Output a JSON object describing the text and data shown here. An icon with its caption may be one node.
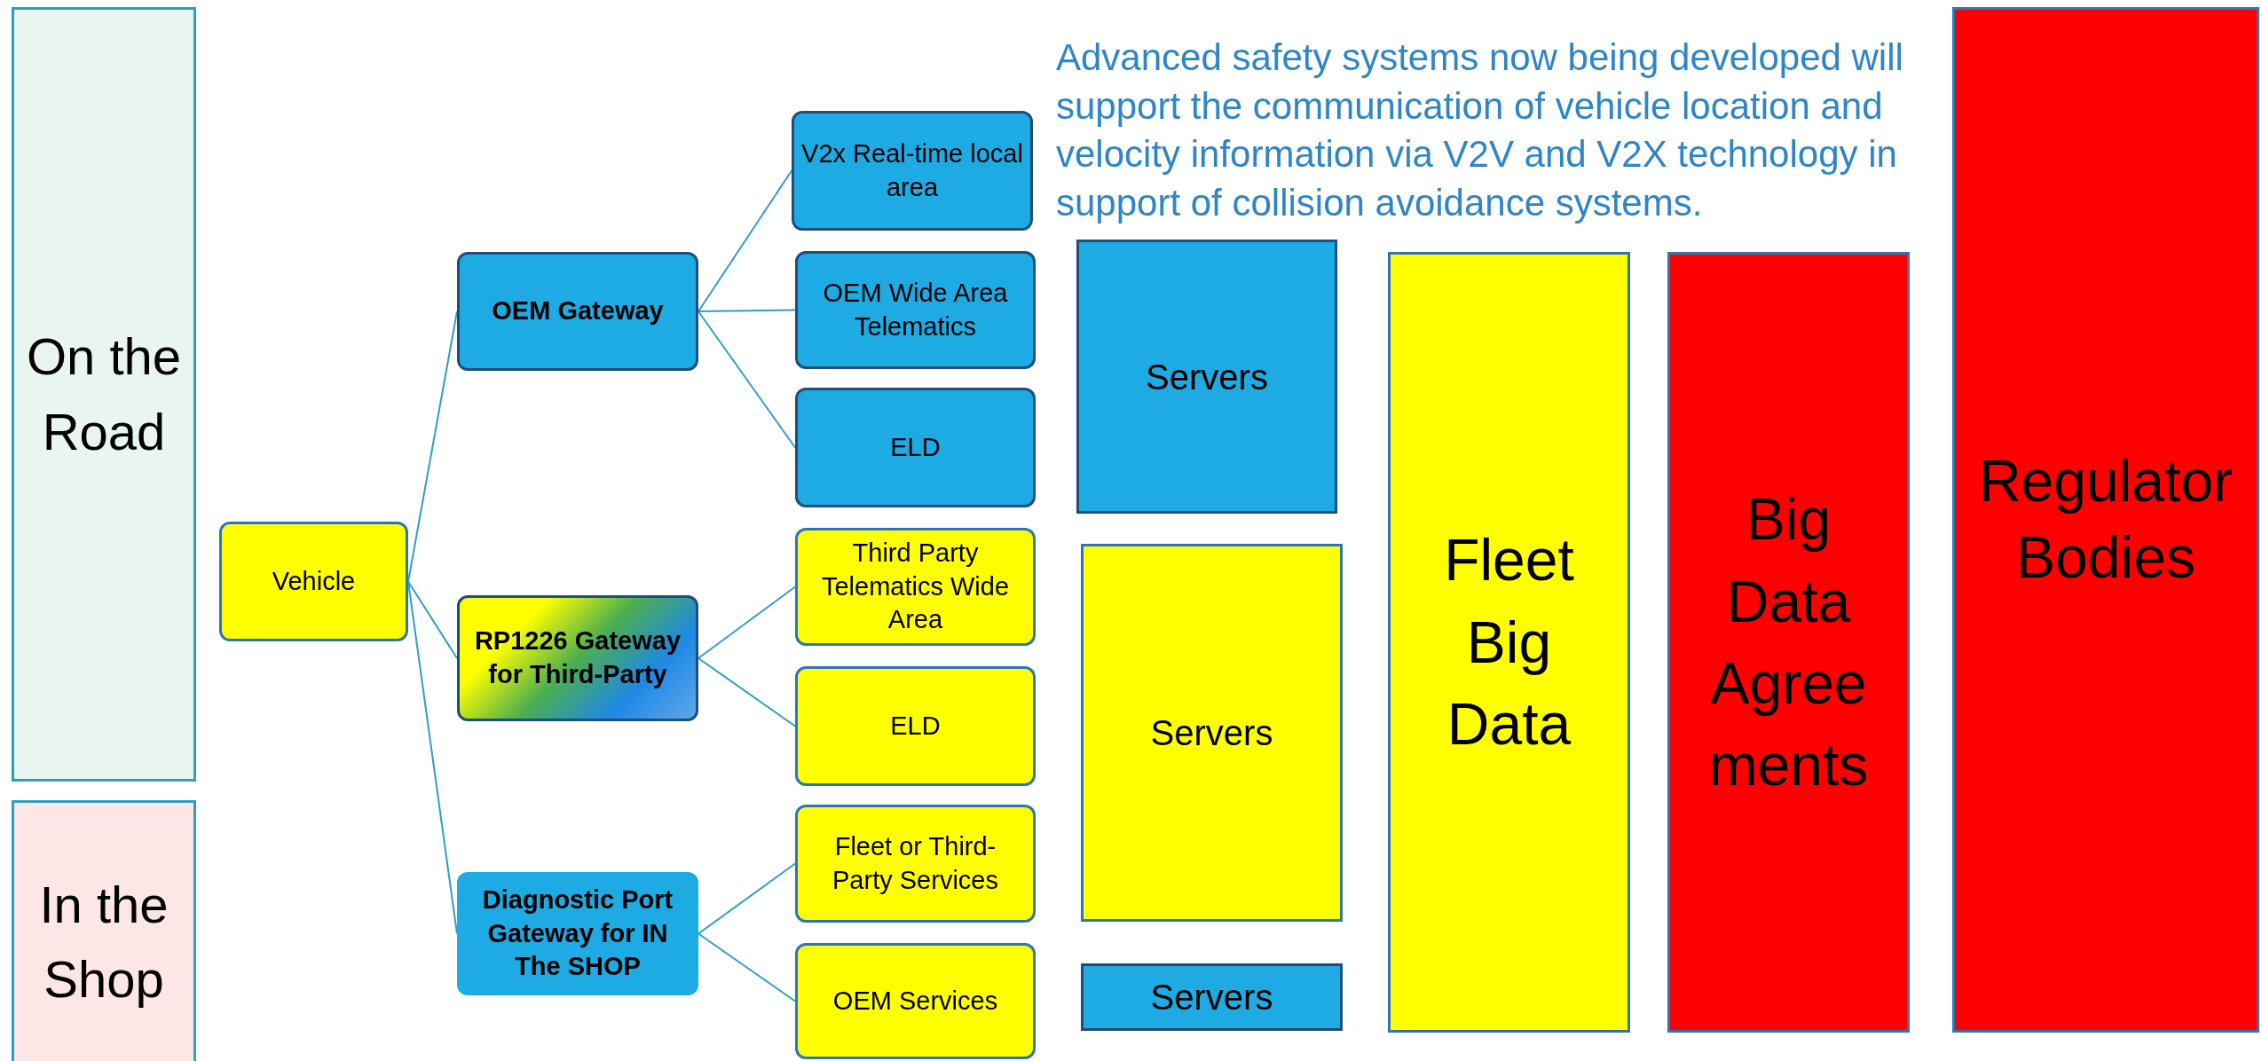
{
  "diagram": {
    "nodes": [
      {
        "text": [
          "On the Road"
        ]
      },
      {
        "text": [
          "In the Shop"
        ]
      },
      {
        "text": [
          "Vehicle"
        ]
      },
      {
        "text": [
          "OEM Gateway"
        ]
      },
      {
        "text": [
          "RP1226 Gateway for Third-Party"
        ]
      },
      {
        "text": [
          "Diagnostic Port Gateway for IN The SHOP"
        ]
      },
      {
        "text": [
          "V2x Real-time local area"
        ]
      },
      {
        "text": [
          "OEM Wide Area Telematics"
        ]
      },
      {
        "text": [
          "ELD"
        ]
      },
      {
        "text": [
          "Third Party Telematics Wide Area"
        ]
      },
      {
        "text": [
          "ELD"
        ]
      },
      {
        "text": [
          "Fleet or Third-Party Services"
        ]
      },
      {
        "text": [
          "OEM Services"
        ]
      },
      {
        "text": [
          "Servers"
        ]
      },
      {
        "text": [
          "Servers"
        ]
      },
      {
        "text": [
          "Servers"
        ]
      },
      {
        "text": [
          "Fleet Big Data"
        ]
      },
      {
        "text": [
          "Big Data Agree ments"
        ]
      },
      {
        "text": [
          "Regulator Bodies"
        ]
      }
    ],
    "edges": [
      {
        "from": 2,
        "to": 3,
        "arrow": "none"
      },
      {
        "from": 2,
        "to": 4,
        "arrow": "none"
      },
      {
        "from": 2,
        "to": 5,
        "arrow": "none"
      },
      {
        "from": 3,
        "to": 6,
        "arrow": "none"
      },
      {
        "from": 3,
        "to": 7,
        "arrow": "none"
      },
      {
        "from": 3,
        "to": 8,
        "arrow": "none"
      },
      {
        "from": 4,
        "to": 9,
        "arrow": "none"
      },
      {
        "from": 4,
        "to": 10,
        "arrow": "none"
      },
      {
        "from": 5,
        "to": 11,
        "arrow": "none"
      },
      {
        "from": 5,
        "to": 12,
        "arrow": "none"
      }
    ],
    "labels": [
      "Advanced safety systems now being developed will support the communication of vehicle location and velocity information via V2V and V2X technology in support of collision avoidance systems."
    ]
  }
}
